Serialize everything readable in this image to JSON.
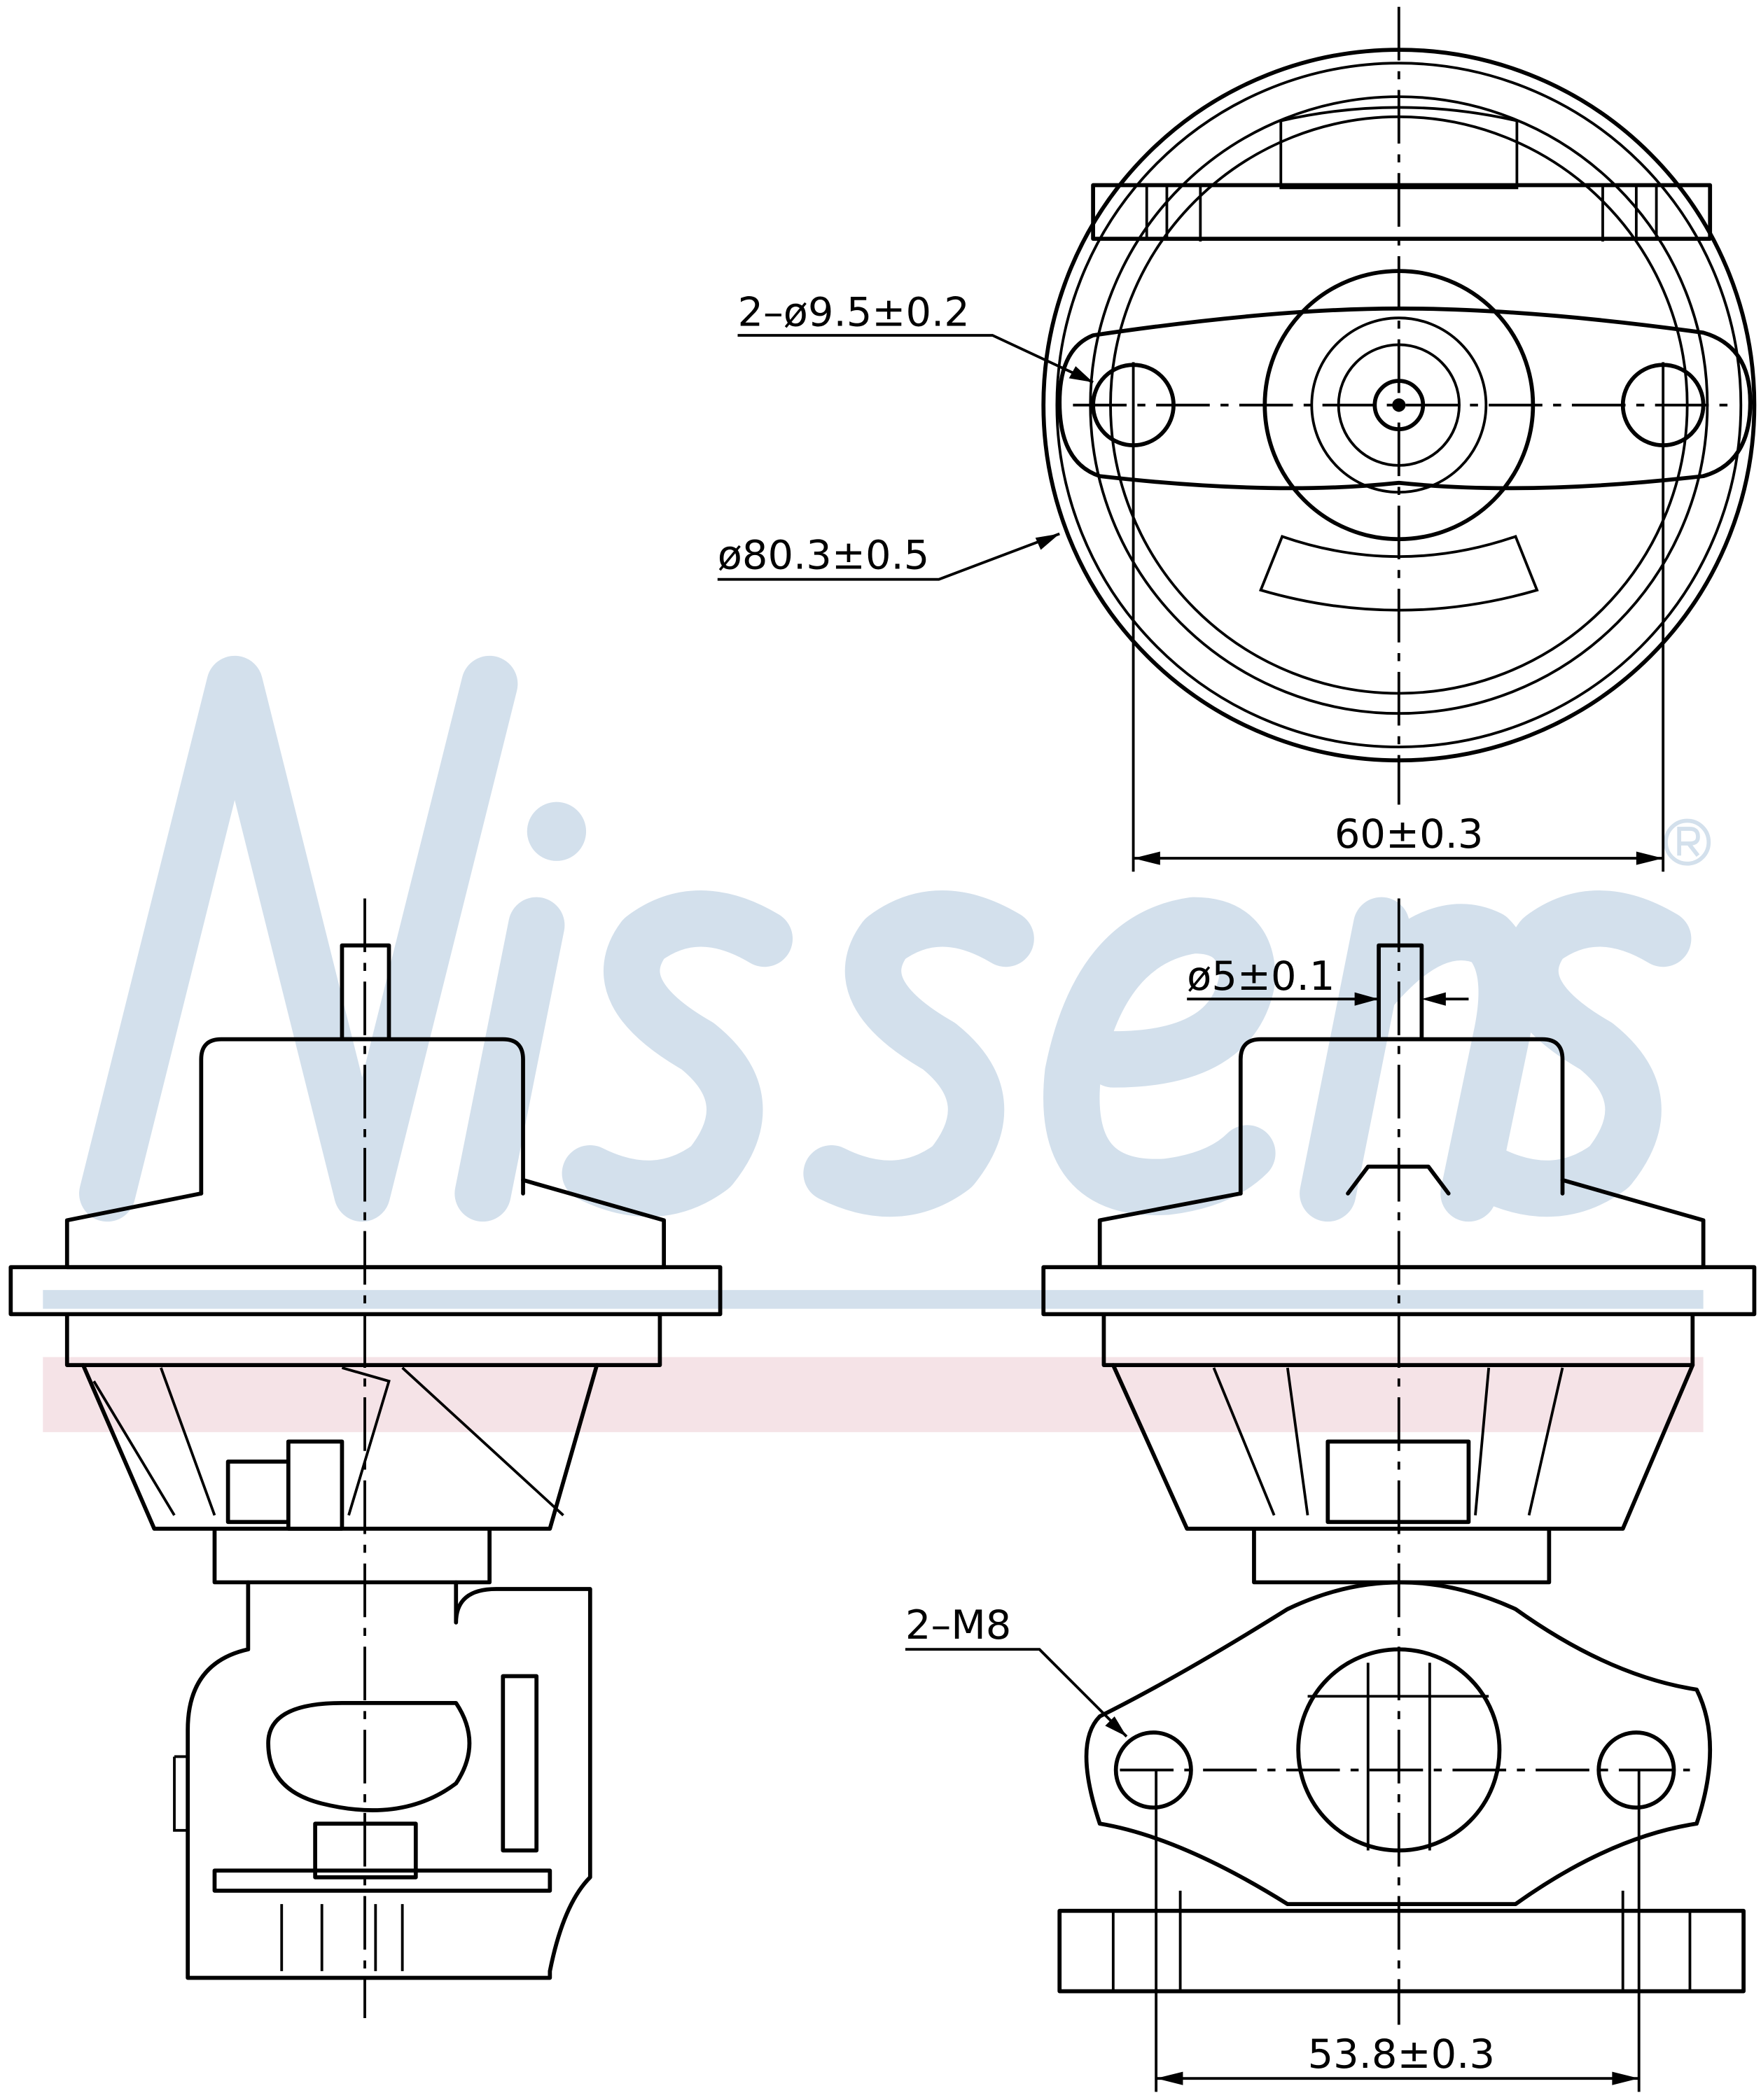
{
  "watermark": {
    "text": "Nissens",
    "mark": "®",
    "color": "#d3e0ec",
    "band_blue": "#d3e0ec",
    "band_pink": "#f3dce1"
  },
  "dimensions": {
    "bolt_holes": "2–ø9.5±0.2",
    "diaphragm_diameter": "ø80.3±0.5",
    "hole_spacing_top": "60±0.3",
    "stem_diameter": "ø5±0.1",
    "flange_thread": "2–M8",
    "flange_hole_spacing": "53.8±0.3"
  }
}
